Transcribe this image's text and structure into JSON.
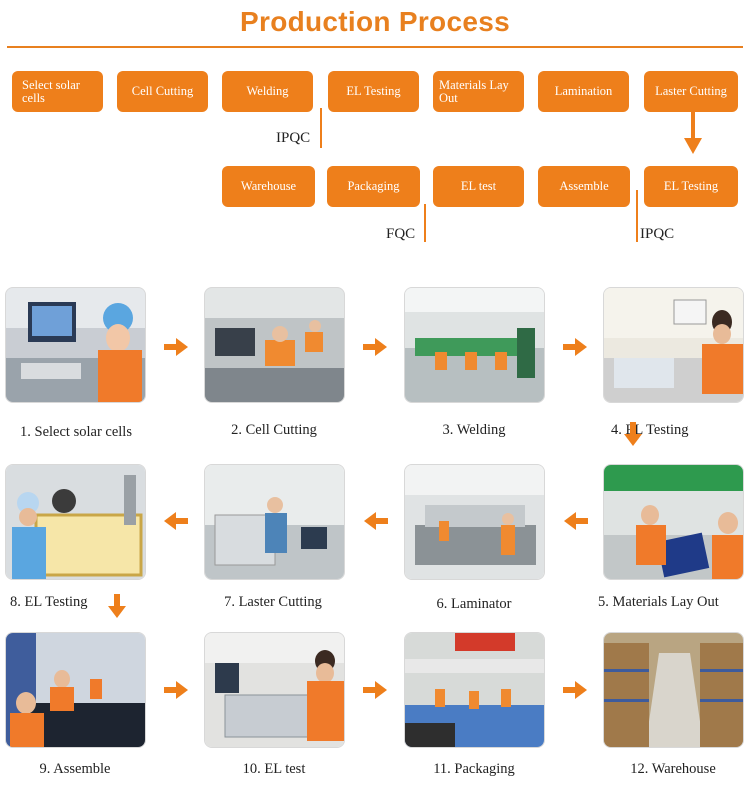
{
  "title": "Production Process",
  "accent_color": "#ee7f1b",
  "flow": {
    "row1": [
      "Select solar cells",
      "Cell Cutting",
      "Welding",
      "EL Testing",
      "Materials Lay Out",
      "Lamination",
      "Laster Cutting"
    ],
    "row2": [
      "Warehouse",
      "Packaging",
      "EL test",
      "Assemble",
      "EL Testing"
    ],
    "checkpoints": [
      "IPQC",
      "FQC",
      "IPQC"
    ]
  },
  "steps": [
    {
      "caption": "1. Select solar cells",
      "icon": "photo-worker-computer"
    },
    {
      "caption": "2. Cell Cutting",
      "icon": "photo-cutting-workstation"
    },
    {
      "caption": "3. Welding",
      "icon": "photo-welding-line"
    },
    {
      "caption": "4. EL Testing",
      "icon": "photo-el-testing"
    },
    {
      "caption": "5. Materials Lay Out",
      "icon": "photo-materials-layout"
    },
    {
      "caption": "6. Laminator",
      "icon": "photo-laminator"
    },
    {
      "caption": "7. Laster Cutting",
      "icon": "photo-laser-cutting"
    },
    {
      "caption": "8. EL Testing",
      "icon": "photo-el-testing-2"
    },
    {
      "caption": "9. Assemble",
      "icon": "photo-assemble"
    },
    {
      "caption": "10. EL test",
      "icon": "photo-el-test"
    },
    {
      "caption": "11. Packaging",
      "icon": "photo-packaging"
    },
    {
      "caption": "12. Warehouse",
      "icon": "photo-warehouse"
    }
  ]
}
